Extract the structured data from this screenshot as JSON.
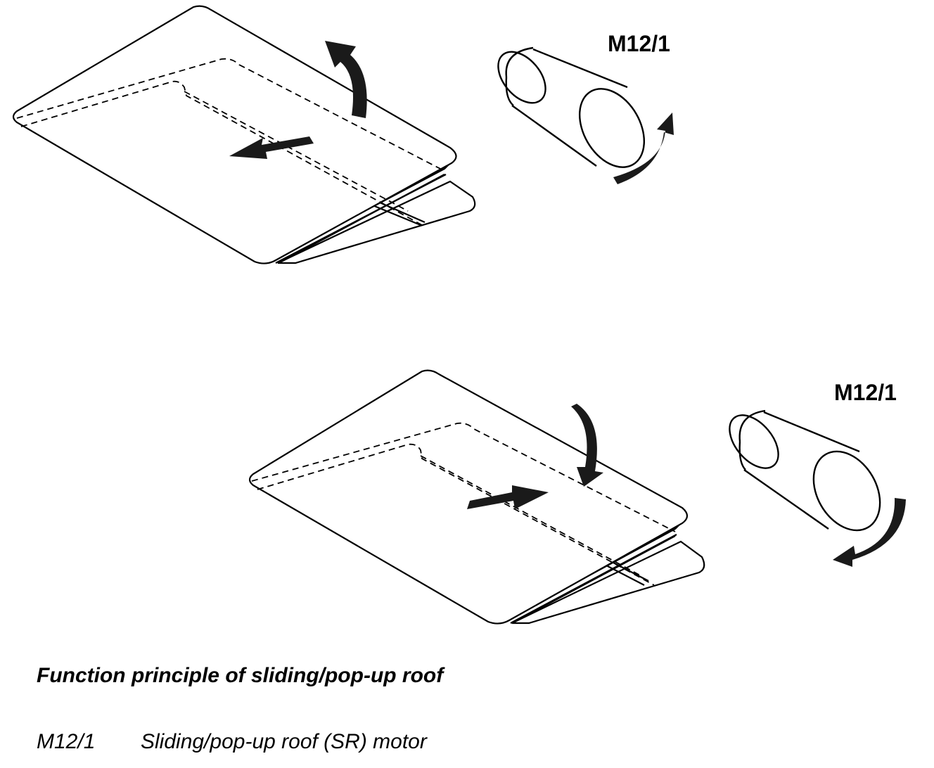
{
  "labels": {
    "motor_top": "M12/1",
    "motor_bottom": "M12/1"
  },
  "caption": "Function principle of sliding/pop-up roof",
  "legend": {
    "code": "M12/1",
    "description": "Sliding/pop-up roof (SR) motor"
  },
  "colors": {
    "ink": "#000000",
    "arrow": "#1a1a1a",
    "background": "#ffffff"
  }
}
